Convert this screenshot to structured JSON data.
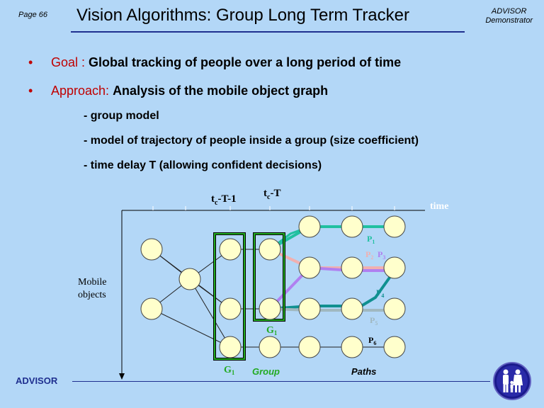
{
  "header": {
    "page": "Page 66",
    "title": "Vision Algorithms: Group Long Term Tracker",
    "corner_line1": "ADVISOR",
    "corner_line2": "Demonstrator"
  },
  "bullets": [
    {
      "label": "Goal : ",
      "text": "Global tracking of people over a long period of time"
    },
    {
      "label": "Approach:  ",
      "text": "Analysis of the mobile object graph"
    }
  ],
  "subitems": [
    "- group model",
    "- model of trajectory of people inside a group (size coefficient)",
    "- time delay T (allowing confident decisions)"
  ],
  "diagram": {
    "t_minus_1": {
      "t": "t",
      "sub": "c",
      "rest": "-T-1"
    },
    "t_minus": {
      "t": "t",
      "sub": "c",
      "rest": "-T"
    },
    "time_label": "time",
    "mobile_objects_1": "Mobile",
    "mobile_objects_2": "objects",
    "paths": [
      {
        "p": "P",
        "n": "1"
      },
      {
        "p": "P",
        "n": "2"
      },
      {
        "p": "P",
        "n": "3"
      },
      {
        "p": "P",
        "n": "4"
      },
      {
        "p": "P",
        "n": "5"
      },
      {
        "p": "P",
        "n": "6"
      }
    ],
    "g1_a": {
      "g": "G",
      "n": "1"
    },
    "g1_b": {
      "g": "G",
      "n": "1"
    },
    "group_label": "Group",
    "paths_label": "Paths",
    "colors": {
      "green_box": "#22aa22",
      "p1": "#20c0a0",
      "p2": "#f0b0b0",
      "p3": "#b080f0",
      "p4": "#109090",
      "p5": "#a0b8c0",
      "node": "#ffffcc"
    }
  },
  "footer": {
    "label": "ADVISOR"
  }
}
